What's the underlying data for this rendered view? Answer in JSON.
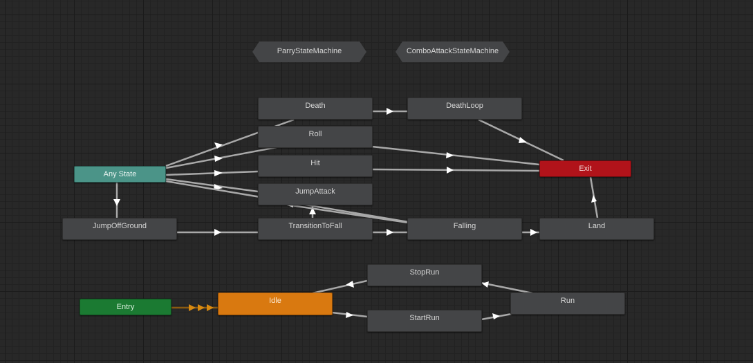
{
  "state_machines": [
    {
      "key": "parry",
      "label": "ParryStateMachine"
    },
    {
      "key": "combo",
      "label": "ComboAttackStateMachine"
    }
  ],
  "states": {
    "death": "Death",
    "deathloop": "DeathLoop",
    "roll": "Roll",
    "hit": "Hit",
    "jumpattack": "JumpAttack",
    "anystate": "Any State",
    "exit": "Exit",
    "jumpoffground": "JumpOffGround",
    "transitiontofall": "TransitionToFall",
    "falling": "Falling",
    "land": "Land",
    "stoprun": "StopRun",
    "entry": "Entry",
    "idle": "Idle",
    "run": "Run",
    "startrun": "StartRun"
  },
  "colors": {
    "any_state": "#4b9488",
    "exit": "#b1131a",
    "entry": "#1b7a32",
    "default_state": "#d97910",
    "state": "#444547",
    "background": "#282828",
    "transition": "#a9a9a9"
  }
}
